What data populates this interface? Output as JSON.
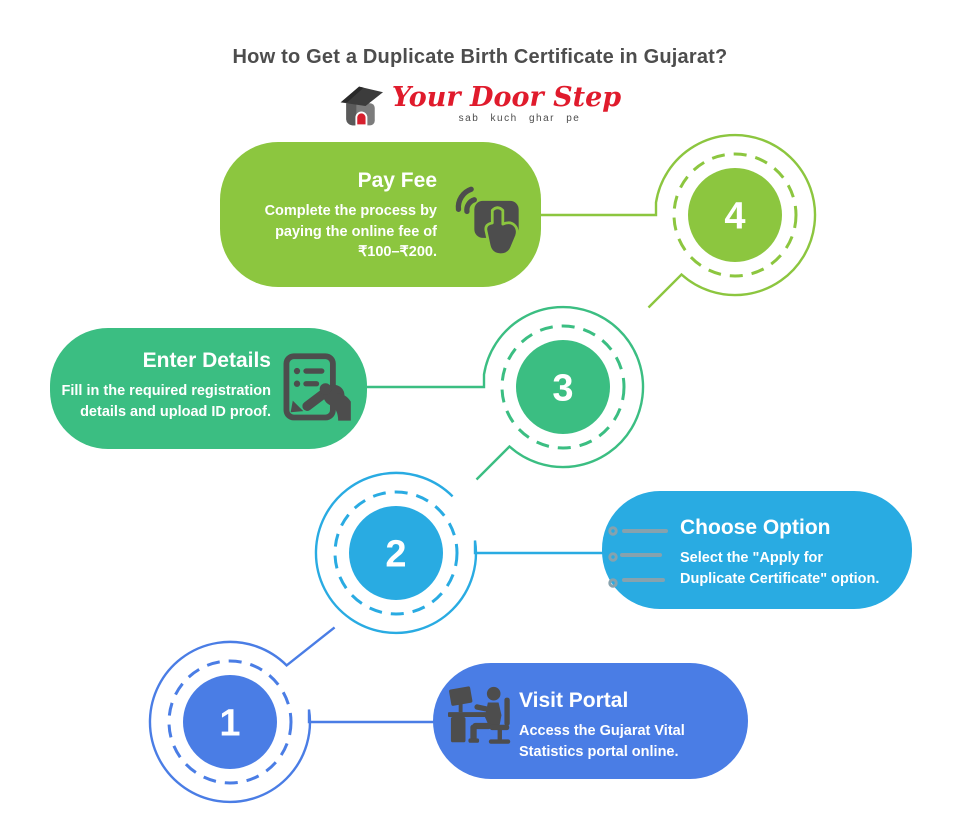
{
  "page": {
    "title": "How to Get a Duplicate Birth Certificate in Gujarat?",
    "title_color": "#4D4D4D",
    "background": "#FFFFFF"
  },
  "logo": {
    "brand": "Your Door Step",
    "tagline": "sab kuch ghar pe",
    "brand_color": "#E01B2C",
    "icon": "house-icon"
  },
  "steps": [
    {
      "number": "1",
      "title": "Visit Portal",
      "desc_lines": [
        "Access the Gujarat Vital",
        "Statistics portal online."
      ],
      "color": "#4A7DE5",
      "icon": "person-at-computer-icon",
      "text_color": "#FFFFFF"
    },
    {
      "number": "2",
      "title": "Choose Option",
      "desc_lines": [
        "Select the \"Apply for",
        "Duplicate Certificate\" option."
      ],
      "color": "#29ABE2",
      "icon": "options-list-icon",
      "text_color": "#FFFFFF"
    },
    {
      "number": "3",
      "title": "Enter Details",
      "desc_lines": [
        "Fill in the required registration",
        "details and upload ID proof."
      ],
      "color": "#3BBE82",
      "icon": "fill-form-icon",
      "text_color": "#FFFFFF"
    },
    {
      "number": "4",
      "title": "Pay Fee",
      "desc_lines": [
        "Complete the process by",
        "paying the online fee of",
        "₹100–₹200."
      ],
      "color": "#8CC63F",
      "icon": "tap-payment-icon",
      "text_color": "#FFFFFF"
    }
  ]
}
